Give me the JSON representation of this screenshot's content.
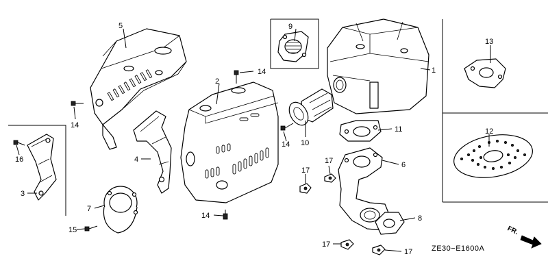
{
  "diagram": {
    "callouts": [
      "1",
      "2",
      "3",
      "4",
      "5",
      "6",
      "7",
      "8",
      "9",
      "10",
      "11",
      "12",
      "13",
      "14",
      "15",
      "16",
      "17"
    ],
    "callout_14": "14",
    "callout_17": "17",
    "figure_code": "ZE30−E1600A",
    "direction_label": "FR."
  }
}
